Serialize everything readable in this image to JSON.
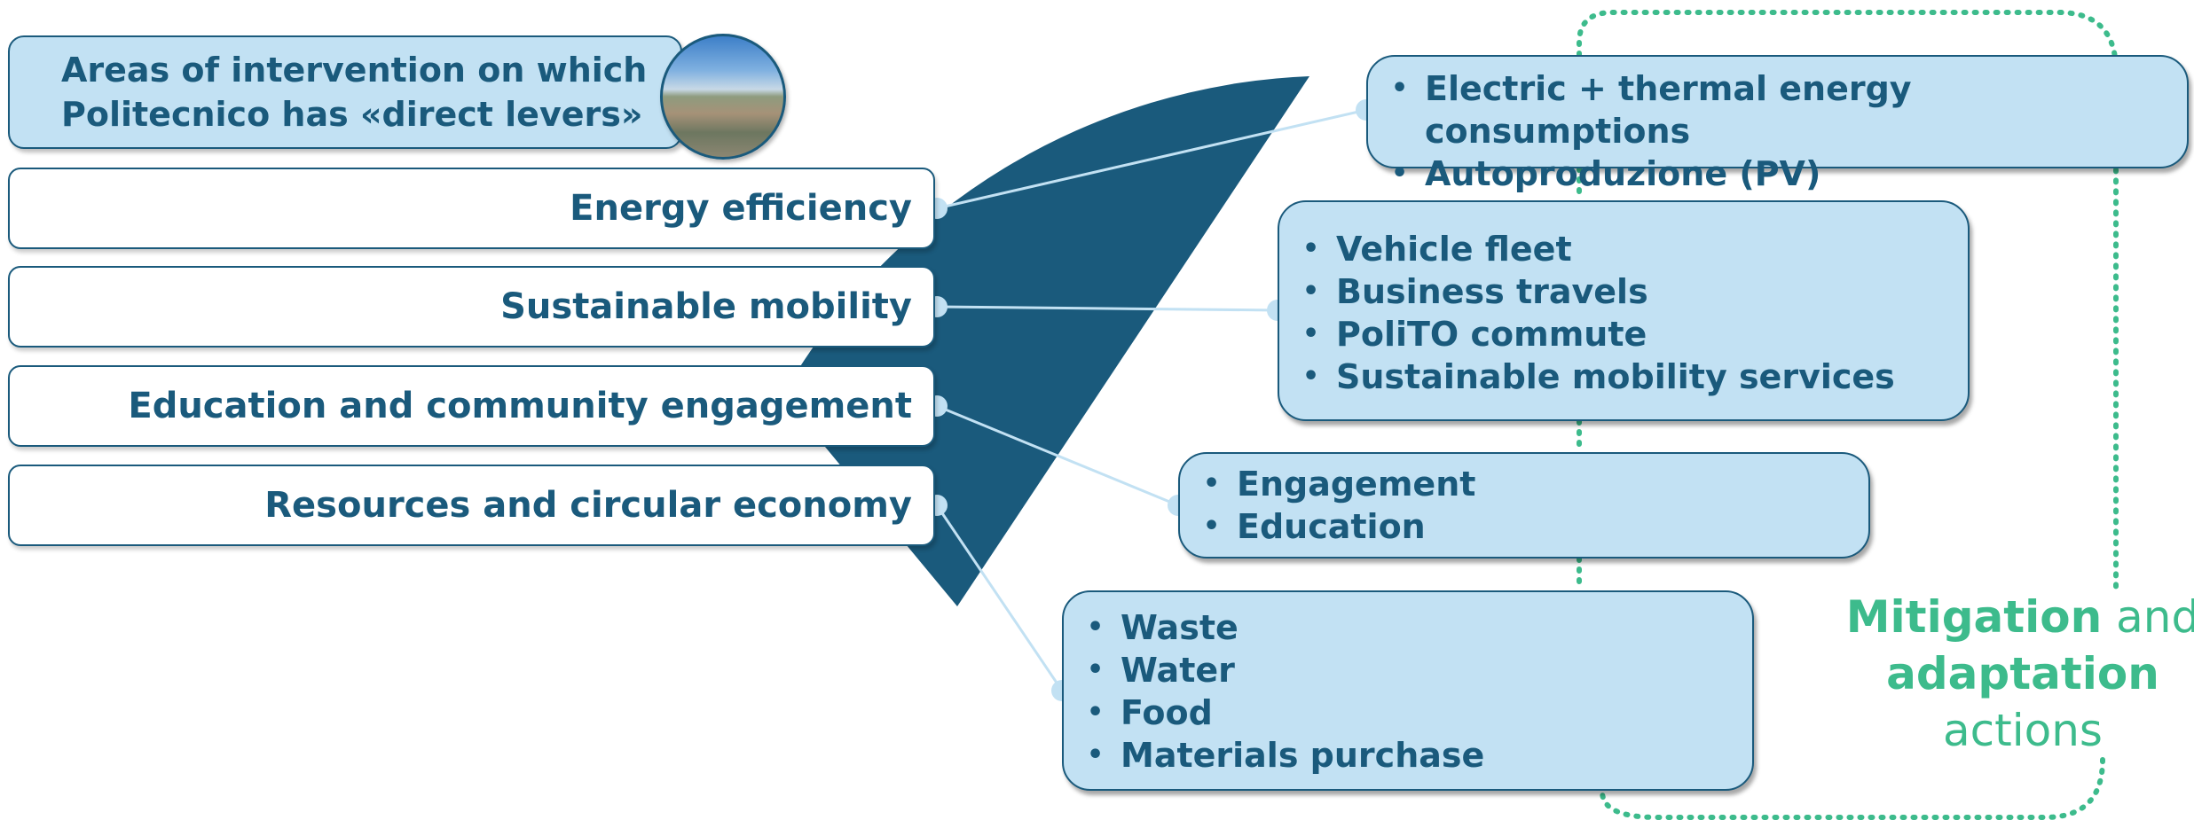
{
  "header": {
    "title_line1": "Areas of intervention on which",
    "title_line2": "Politecnico has «direct levers»"
  },
  "areas": [
    {
      "label": "Energy efficiency"
    },
    {
      "label": "Sustainable mobility"
    },
    {
      "label": "Education and community engagement"
    },
    {
      "label": "Resources and circular economy"
    }
  ],
  "details": [
    {
      "items": [
        "Electric + thermal energy consumptions",
        "Autoproduzione (PV)"
      ]
    },
    {
      "items": [
        "Vehicle fleet",
        "Business travels",
        "PoliTO commute",
        "Sustainable mobility services"
      ]
    },
    {
      "items": [
        "Engagement",
        "Education"
      ]
    },
    {
      "items": [
        "Waste",
        "Water",
        "Food",
        "Materials purchase"
      ]
    }
  ],
  "mitigation": {
    "word1": "Mitigation",
    "word2": "and",
    "word3": "adaptation",
    "word4": "actions"
  },
  "colors": {
    "primary": "#1a5a7c",
    "box_fill": "#c2e1f3",
    "accent_green": "#3dbb8c",
    "connector": "#c2e1f3"
  },
  "icons": {
    "photo": "campus-aerial-photo"
  }
}
